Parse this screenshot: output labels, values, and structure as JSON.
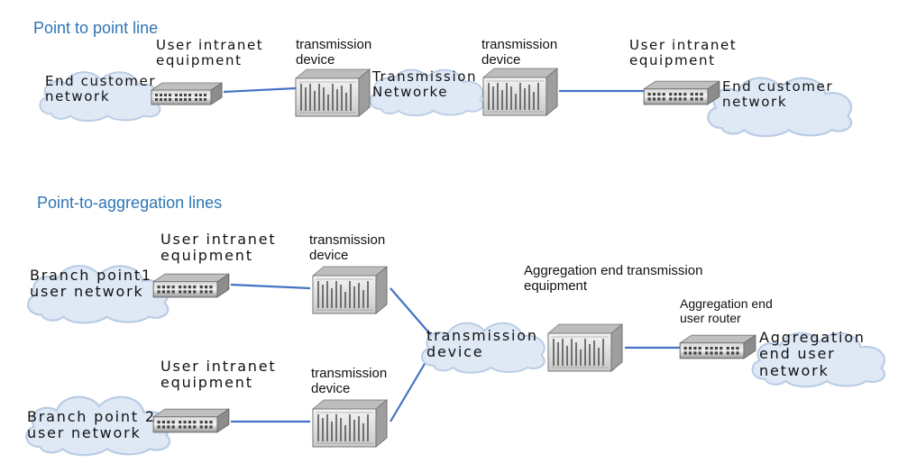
{
  "section_ptp": {
    "title": "Point to point line",
    "left_cloud": "End customer\nnetwork",
    "left_equipment": "User intranet\nequipment",
    "left_device": "transmission\ndevice",
    "center_cloud": "Transmission\nNetworke",
    "right_device": "transmission\ndevice",
    "right_equipment": "User intranet\nequipment",
    "right_cloud": "End customer\nnetwork"
  },
  "section_pta": {
    "title": "Point-to-aggregation lines",
    "branch1_cloud": "Branch point1\nuser network",
    "branch1_equipment": "User intranet\nequipment",
    "branch1_device": "transmission\ndevice",
    "branch2_cloud": "Branch point 2\nuser network",
    "branch2_equipment": "User intranet\nequipment",
    "branch2_device": "transmission\ndevice",
    "center_cloud": "transmission\ndevice",
    "agg_equipment": "Aggregation end transmission\nequipment",
    "agg_router": "Aggregation end\nuser router",
    "agg_cloud": "Aggregation\nend user\nnetwork"
  },
  "colors": {
    "title": "#2e75b6",
    "link": "#4472c4",
    "cloud_fill": "#dfe9f6",
    "cloud_stroke": "#b9cce4"
  }
}
